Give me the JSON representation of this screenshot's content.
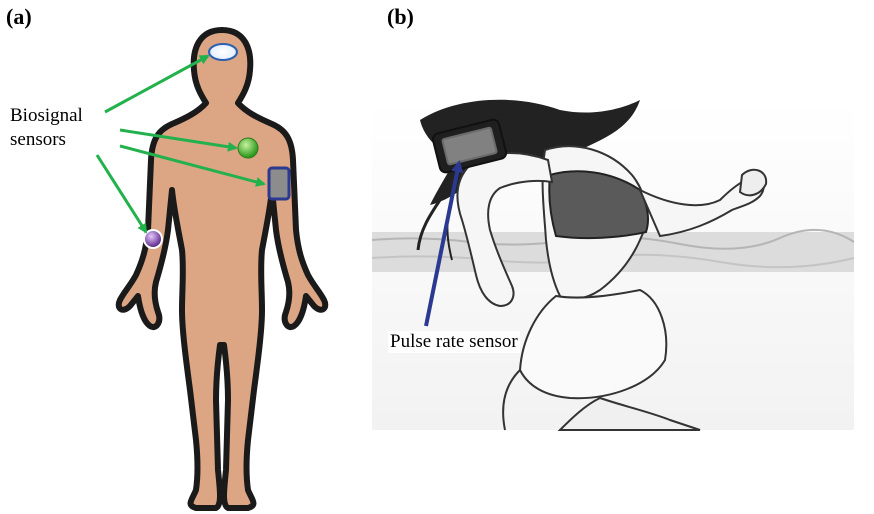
{
  "panels": {
    "a": {
      "label": "(a)",
      "sensor_label_line1": "Biosignal",
      "sensor_label_line2": "sensors"
    },
    "b": {
      "label": "(b)",
      "sensor_label": "Pulse rate sensor"
    }
  },
  "colors": {
    "skin": "#dca583",
    "outline": "#1a1a1a",
    "green_arrow": "#22b14c",
    "blue_arrow": "#2b3990",
    "sensor_green": "#3fae2a",
    "sensor_purple": "#7a3fa0",
    "sensor_blue_outline": "#2b3990",
    "armband": "#8c8c8c"
  },
  "icons": [
    "head-sensor-icon",
    "chest-sensor-icon",
    "arm-band-sensor-icon",
    "wrist-sensor-icon",
    "phone-armband-icon"
  ]
}
